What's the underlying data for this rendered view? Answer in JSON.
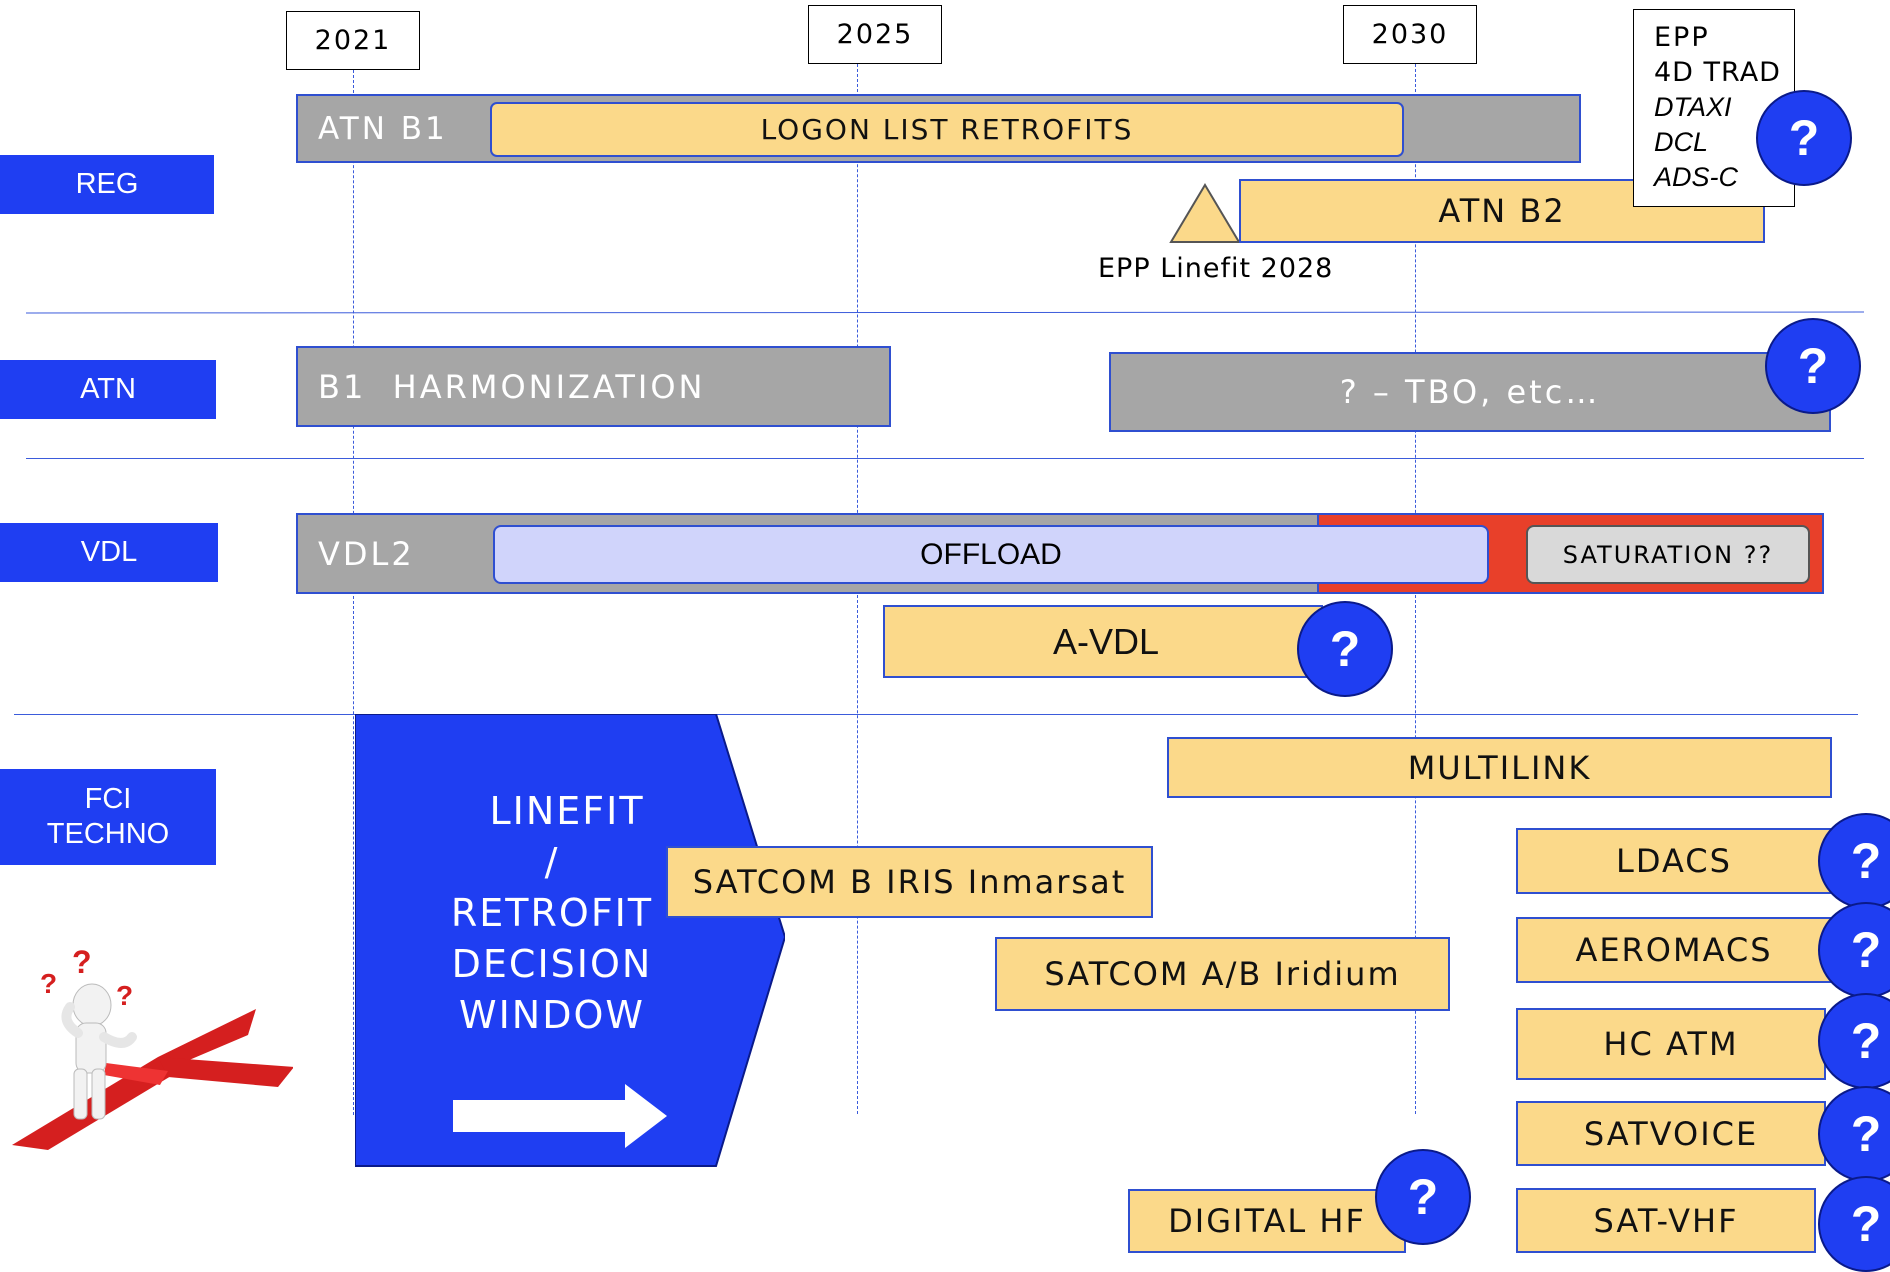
{
  "years": [
    "2021",
    "2025",
    "2030"
  ],
  "lanes": {
    "reg": "REG",
    "atn": "ATN",
    "vdl": "VDL",
    "fci": "FCI\nTECHNO"
  },
  "epp_box": {
    "line1": "EPP",
    "line2": "4D TRAD",
    "line3": "DTAXI",
    "line4": "DCL",
    "line5": "ADS-C"
  },
  "reg": {
    "atn_b1": "ATN B1",
    "logon": "LOGON LIST RETROFITS",
    "atn_b2": "ATN B2",
    "epp_linefit": "EPP Linefit 2028"
  },
  "atn": {
    "b1_harmonization": "B1  HARMONIZATION",
    "tbo": "? – TBO, etc…"
  },
  "vdl": {
    "vdl2": "VDL2",
    "offload": "OFFLOAD",
    "saturation": "SATURATION ??",
    "avdl": "A-VDL"
  },
  "fci": {
    "window_linefit": "LINEFIT",
    "window_slash": "/",
    "window_retrofit": "RETROFIT",
    "window_decision": "DECISION",
    "window_window": "WINDOW",
    "satcom_b": "SATCOM B IRIS Inmarsat",
    "satcom_ab": "SATCOM A/B Iridium",
    "multilink": "MULTILINK",
    "ldacs": "LDACS",
    "aeromacs": "AEROMACS",
    "hc_atm": "HC ATM",
    "satvoice": "SATVOICE",
    "sat_vhf": "SAT-VHF",
    "digital_hf": "DIGITAL HF"
  },
  "question_mark": "?",
  "colors": {
    "lane_blue": "#1f3ef2",
    "gray_bar": "#a6a6a6",
    "yellow_bar": "#fbd98a",
    "offload": "#d0d4fb",
    "saturation_red": "#e8402a",
    "border_blue": "#2f4fd0"
  }
}
